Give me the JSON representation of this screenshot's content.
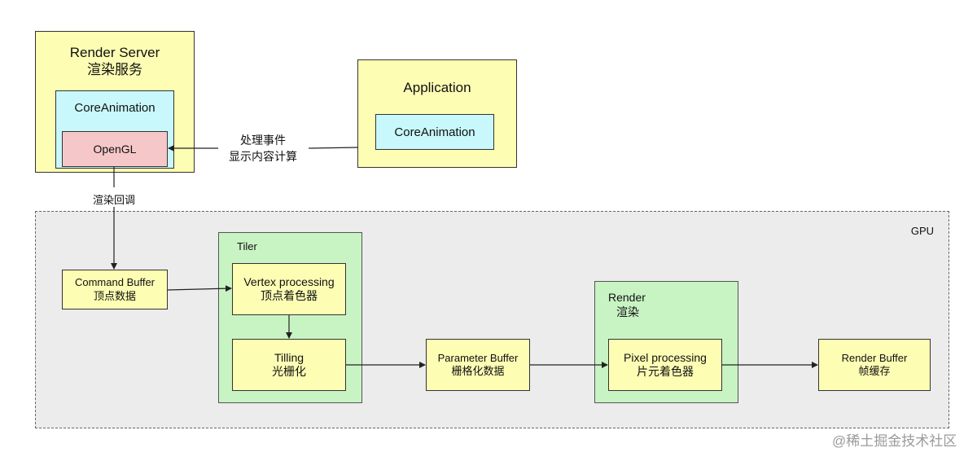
{
  "render_server": {
    "title_en": "Render Server",
    "title_zh": "渲染服务"
  },
  "core_animation_server": "CoreAnimation",
  "opengl": "OpenGL",
  "application": {
    "title": "Application",
    "core_animation": "CoreAnimation"
  },
  "edge_app_to_server": {
    "line1": "处理事件",
    "line2": "显示内容计算"
  },
  "edge_render_callback": "渲染回调",
  "gpu": {
    "label": "GPU"
  },
  "command_buffer": {
    "en": "Command Buffer",
    "zh": "顶点数据"
  },
  "tiler": {
    "label": "Tiler",
    "vertex": {
      "en": "Vertex processing",
      "zh": "顶点着色器"
    },
    "tilling": {
      "en": "Tilling",
      "zh": "光栅化"
    }
  },
  "parameter_buffer": {
    "en": "Parameter Buffer",
    "zh": "栅格化数据"
  },
  "render": {
    "label_en": "Render",
    "label_zh": "渲染",
    "pixel": {
      "en": "Pixel processing",
      "zh": "片元着色器"
    }
  },
  "render_buffer": {
    "en": "Render Buffer",
    "zh": "帧缓存"
  },
  "watermark": "@稀土掘金技术社区"
}
